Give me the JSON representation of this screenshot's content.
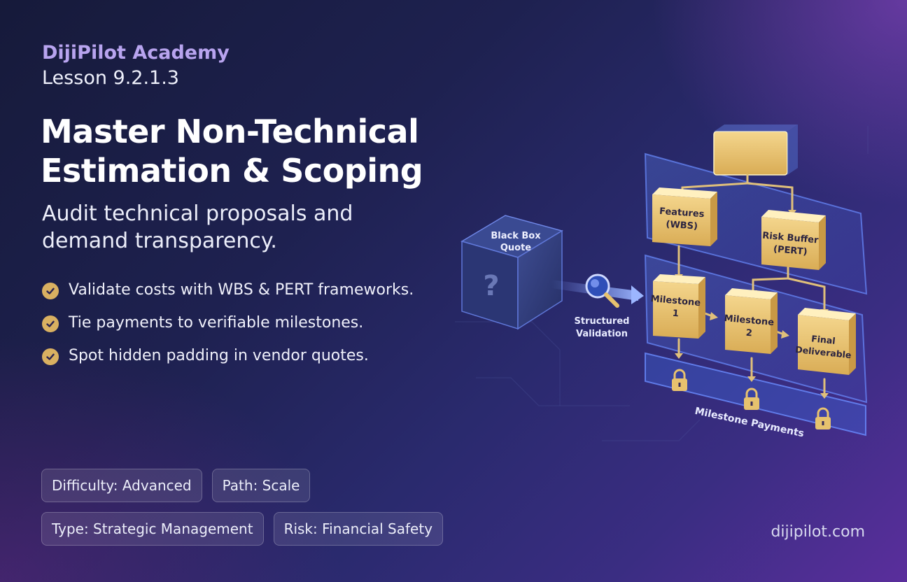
{
  "brand": "DijiPilot Academy",
  "lesson": "Lesson 9.2.1.3",
  "title": "Master Non-Technical Estimation & Scoping",
  "subtitle": "Audit technical proposals and demand transparency.",
  "bullets": [
    "Validate costs with WBS & PERT frameworks.",
    "Tie payments to verifiable milestones.",
    "Spot hidden padding in vendor quotes."
  ],
  "tags": [
    [
      "Difficulty: Advanced",
      "Path: Scale"
    ],
    [
      "Type: Strategic Management",
      "Risk: Financial Safety"
    ]
  ],
  "website": "dijipilot.com",
  "diagram": {
    "black_box": [
      "Black Box",
      "Quote"
    ],
    "question_mark": "?",
    "validation": [
      "Structured",
      "Validation"
    ],
    "features": [
      "Features",
      "(WBS)"
    ],
    "risk_buffer": [
      "Risk Buffer",
      "(PERT)"
    ],
    "milestone1": [
      "Milestone",
      "1"
    ],
    "milestone2": [
      "Milestone",
      "2"
    ],
    "final": [
      "Final",
      "Deliverable"
    ],
    "payments": "Milestone Payments"
  },
  "colors": {
    "accent_gold": "#d9b061",
    "brand_purple": "#b8a4ef",
    "panel_blue": "#3d5fd0"
  }
}
